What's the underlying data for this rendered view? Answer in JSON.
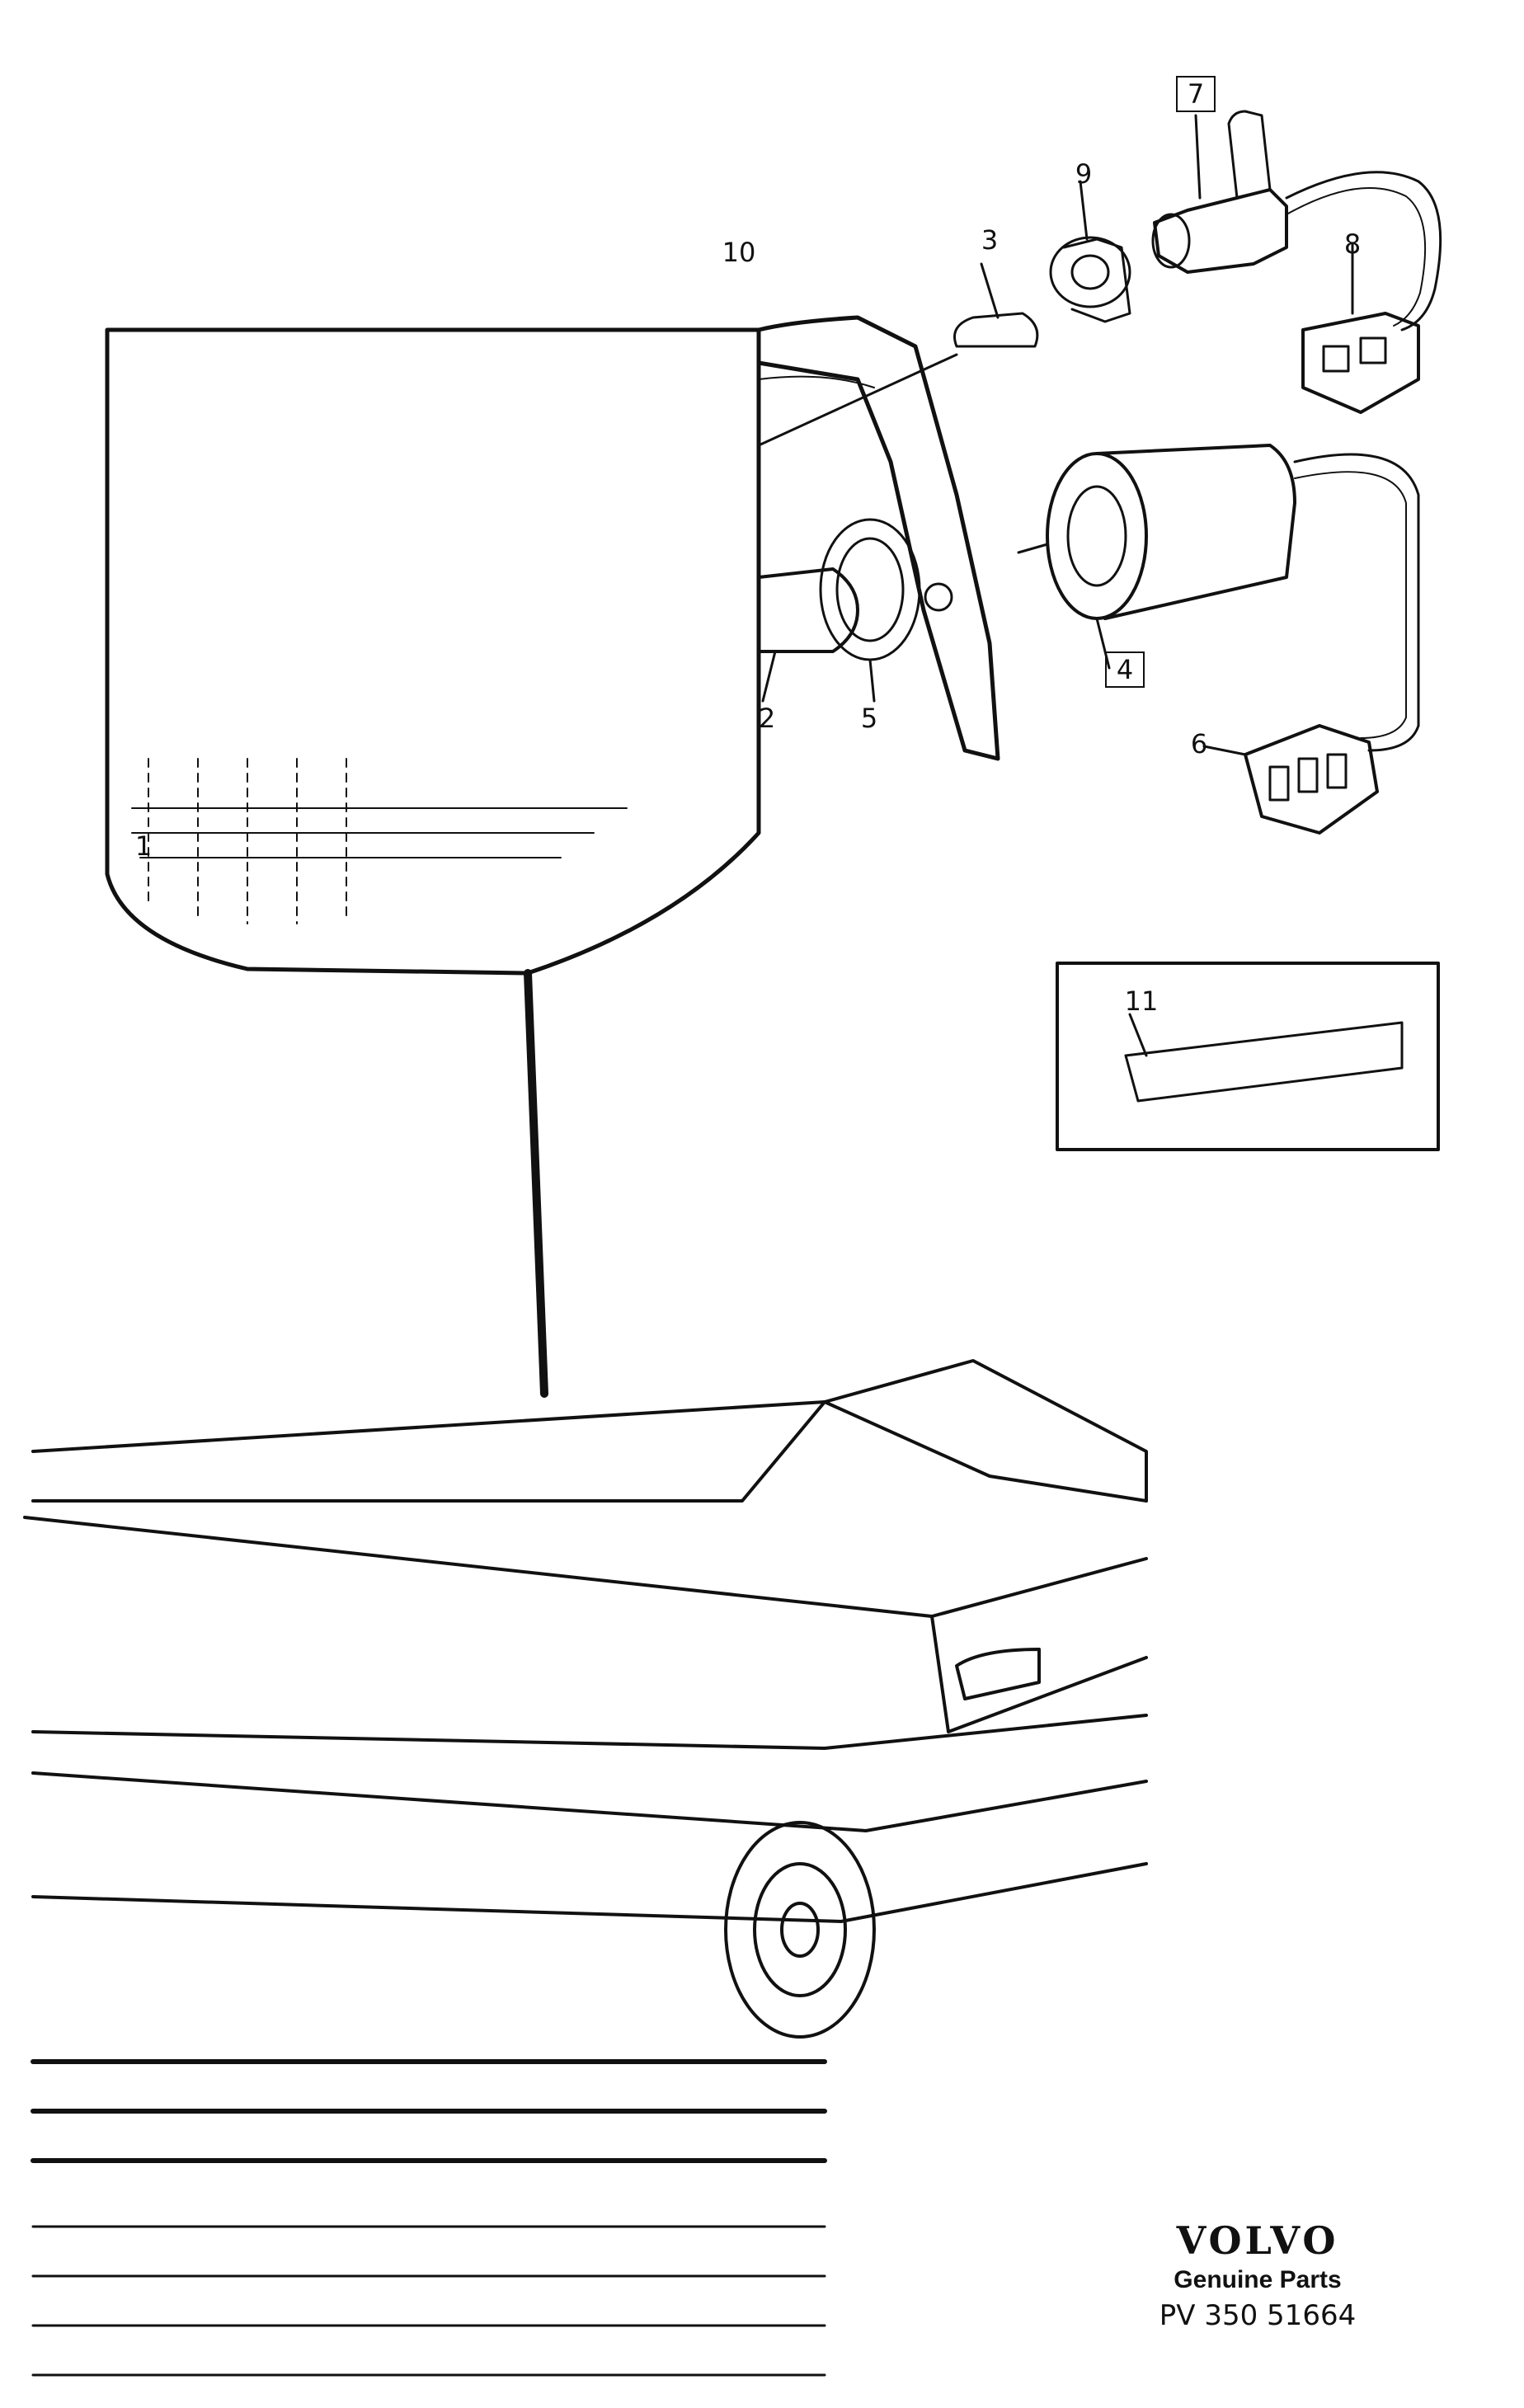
{
  "diagram": {
    "callouts": {
      "c1": "1",
      "c2": "2",
      "c3": "3",
      "c4": "4",
      "c5": "5",
      "c6": "6",
      "c7": "7",
      "c8": "8",
      "c9": "9",
      "c10": "10",
      "c11": "11"
    }
  },
  "footer": {
    "brand": "VOLVO",
    "subtitle": "Genuine Parts",
    "code": "PV 350 51664"
  }
}
